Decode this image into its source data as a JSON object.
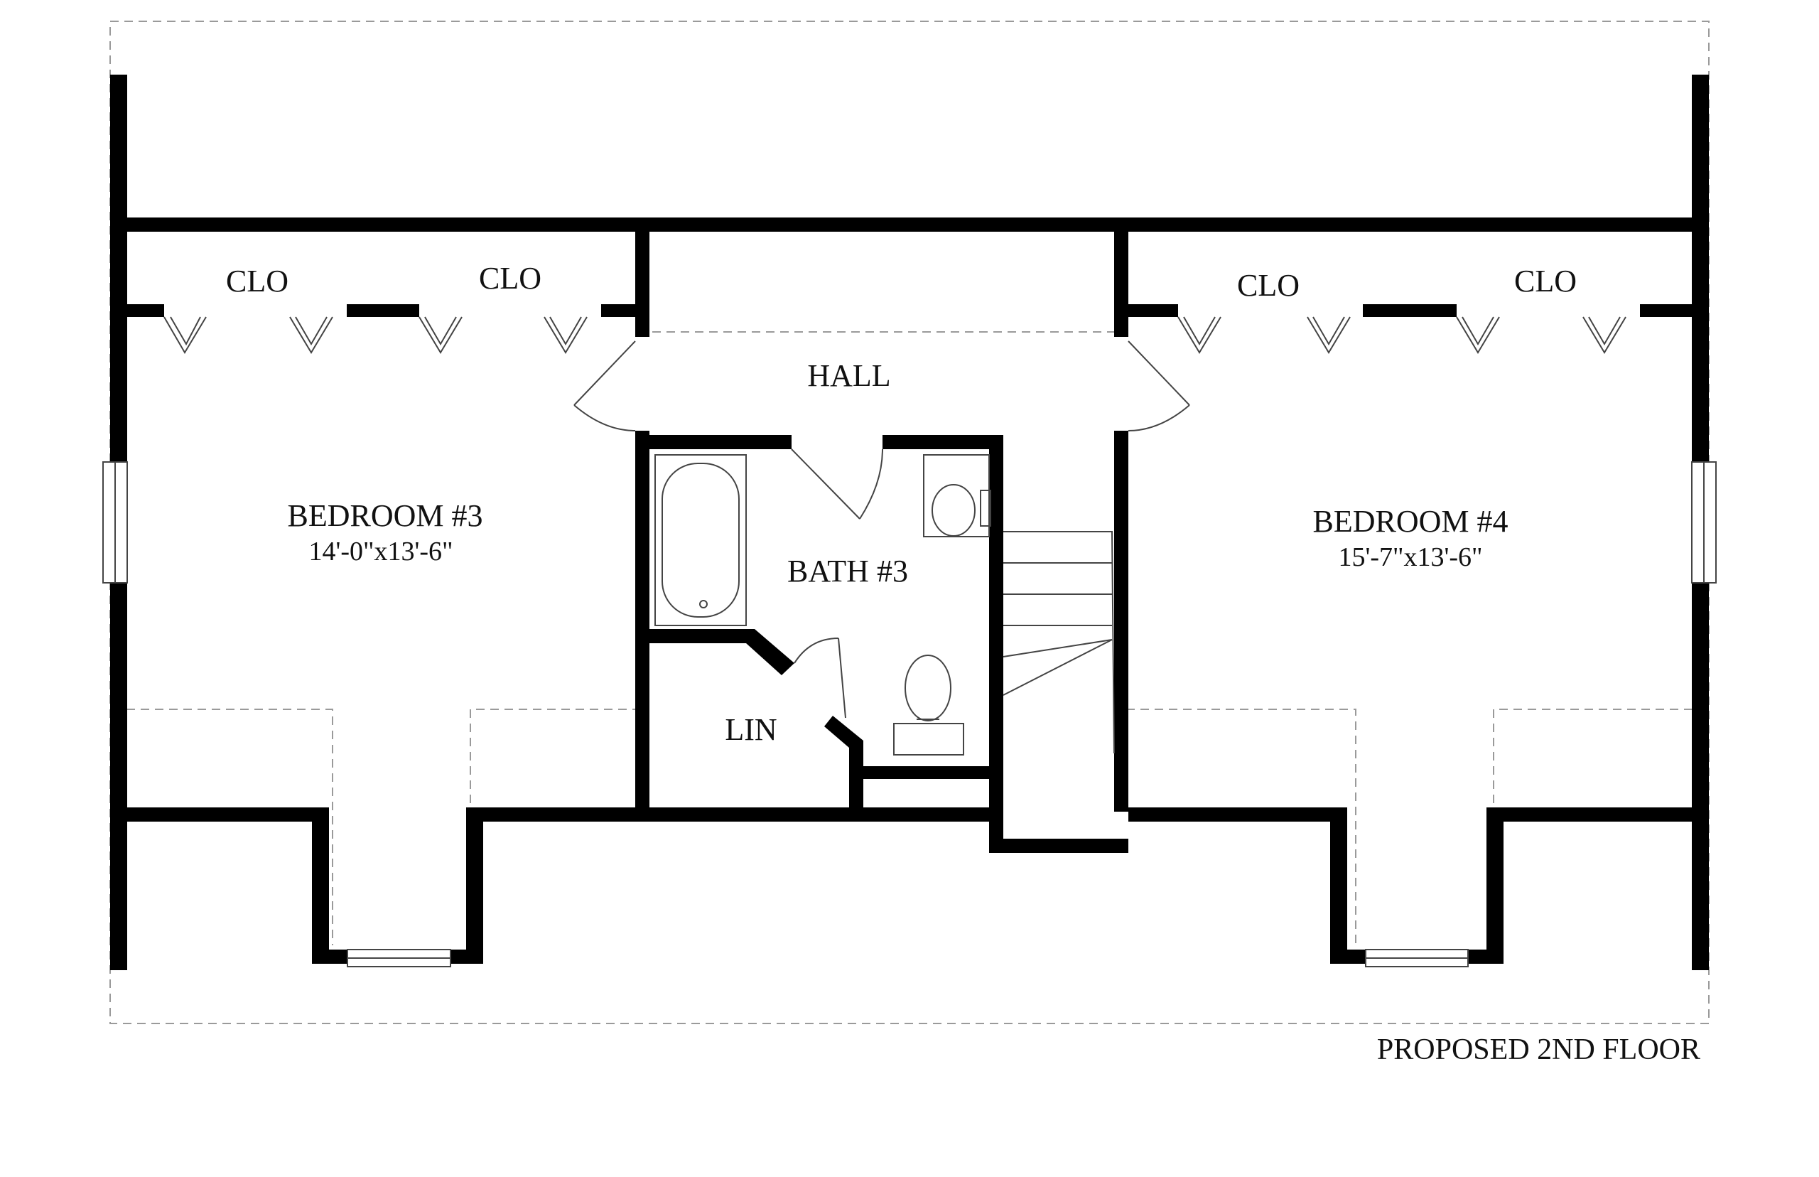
{
  "plan": {
    "title": "PROPOSED 2ND FLOOR",
    "rooms": {
      "bedroom3": {
        "name": "BEDROOM #3",
        "size": "14'-0\"x13'-6\""
      },
      "bedroom4": {
        "name": "BEDROOM #4",
        "size": "15'-7\"x13'-6\""
      },
      "bath3": {
        "name": "BATH #3"
      },
      "hall": {
        "name": "HALL"
      },
      "linen": {
        "name": "LIN"
      },
      "closets": [
        "CLO",
        "CLO",
        "CLO",
        "CLO"
      ]
    }
  },
  "colors": {
    "wall": "#000000",
    "background": "#ffffff",
    "dashed_outline": "#9a9a9a"
  },
  "icons": [
    "bathtub-icon",
    "toilet-icon",
    "sink-icon",
    "stair-icon",
    "door-swing-icon",
    "window-icon",
    "bifold-door-icon"
  ]
}
